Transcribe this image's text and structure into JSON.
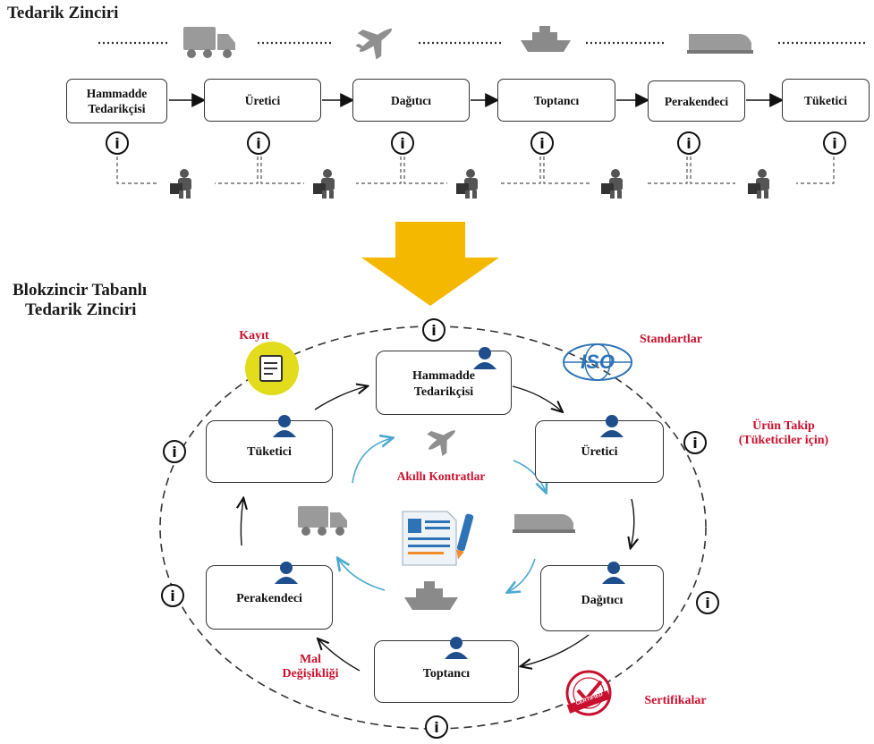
{
  "top": {
    "title": "Tedarik Zinciri",
    "nodes": [
      "Hammadde Tedarikçisi",
      "Üretici",
      "Dağıtıcı",
      "Toptancı",
      "Perakendeci",
      "Tüketici"
    ],
    "info_glyph": "i",
    "transport_icons": [
      "truck-icon",
      "airplane-icon",
      "ship-icon",
      "train-icon"
    ],
    "worker_icon": "warehouse-worker-icon"
  },
  "arrow_color": "#f5b800",
  "bottom": {
    "title_line1": "Blokzincir Tabanlı",
    "title_line2": "Tedarik Zinciri",
    "nodes": {
      "hammadde": "Hammadde Tedarikçisi",
      "uretici": "Üretici",
      "dagitici": "Dağıtıcı",
      "toptanci": "Toptancı",
      "perakendeci": "Perakendeci",
      "tuketici": "Tüketici"
    },
    "center_label": "Akıllı Kontratlar",
    "labels": {
      "kayit": "Kayıt",
      "standartlar": "Standartlar",
      "iso": "ISO",
      "urun_takip_1": "Ürün Takip",
      "urun_takip_2": "(Tüketiciler için)",
      "mal_1": "Mal",
      "mal_2": "Değişikliği",
      "sertifikalar": "Sertifikalar",
      "certified": "CERTIFIED"
    },
    "colors": {
      "accent_red": "#c8102e",
      "user_blue": "#1f4e8c",
      "cycle_arrow": "#4aa8d0",
      "kayit_yellow": "#e2dc1c"
    }
  }
}
